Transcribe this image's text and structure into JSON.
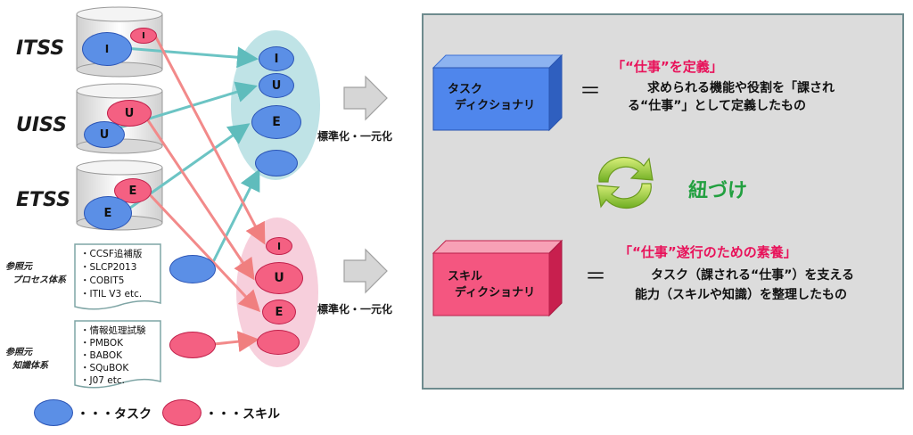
{
  "standards": {
    "itss": {
      "label": "ITSS",
      "task_letter": "I",
      "skill_letter": "I"
    },
    "uiss": {
      "label": "UISS",
      "task_letter": "U",
      "skill_letter": "U"
    },
    "etss": {
      "label": "ETSS",
      "task_letter": "E",
      "skill_letter": "E"
    }
  },
  "reference_process": {
    "label_line1": "参照元",
    "label_line2": "プロセス体系",
    "items": [
      "・CCSF追補版",
      "・SLCP2013",
      "・COBIT5",
      "・ITIL V3  etc."
    ]
  },
  "reference_knowledge": {
    "label_line1": "参照元",
    "label_line2": "知識体系",
    "items": [
      "・情報処理試験",
      "・PMBOK",
      "・BABOK",
      "・SQuBOK",
      "・J07  etc."
    ]
  },
  "task_group": {
    "letters": [
      "I",
      "U",
      "E"
    ]
  },
  "skill_group": {
    "letters": [
      "I",
      "U",
      "E"
    ]
  },
  "standardize_label": "標準化・一元化",
  "legend": {
    "task": "・・・タスク",
    "skill": "・・・スキル"
  },
  "task_dictionary": {
    "box_line1": "タスク",
    "box_line2": "ディクショナリ",
    "equals": "＝",
    "heading": "「“仕事”を定義」",
    "desc_line1": "求められる機能や役割を「課され",
    "desc_line2": "る“仕事”」として定義したもの"
  },
  "link_label": "紐づけ",
  "skill_dictionary": {
    "box_line1": "スキル",
    "box_line2": "ディクショナリ",
    "equals": "＝",
    "heading": "「“仕事”遂行のための素養」",
    "desc_line1": "タスク（課される“仕事”）を支える",
    "desc_line2": "能力（スキルや知識）を整理したもの"
  },
  "colors": {
    "task": "#5b8fe6",
    "skill": "#f46082",
    "task_arrow": "#6cc4c4",
    "skill_arrow": "#f28a8a",
    "accent_red": "#e8125a",
    "accent_green": "#22a040"
  }
}
